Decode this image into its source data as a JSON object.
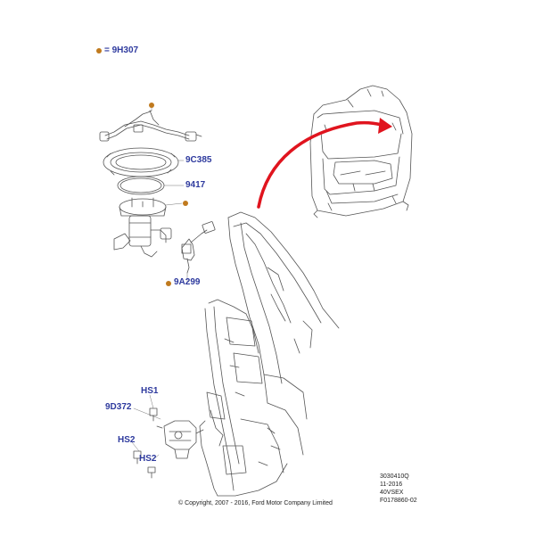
{
  "legend": {
    "symbol_color": "#c07a1e",
    "text": "= 9H307"
  },
  "callouts": {
    "c9C385": "9C385",
    "c9417": "9417",
    "c9A299": "9A299",
    "cHS1": "HS1",
    "c9D372": "9D372",
    "cHS2a": "HS2",
    "cHS2b": "HS2"
  },
  "colors": {
    "callout": "#2e3a9e",
    "bullet": "#c07a1e",
    "arrow": "#e0141e",
    "line": "#555555"
  },
  "metadata": [
    "3030410Q",
    "11-2016",
    "40VSEX",
    "F0178860-02"
  ],
  "copyright": "© Copyright, 2007 - 2016, Ford Motor Company Limited"
}
